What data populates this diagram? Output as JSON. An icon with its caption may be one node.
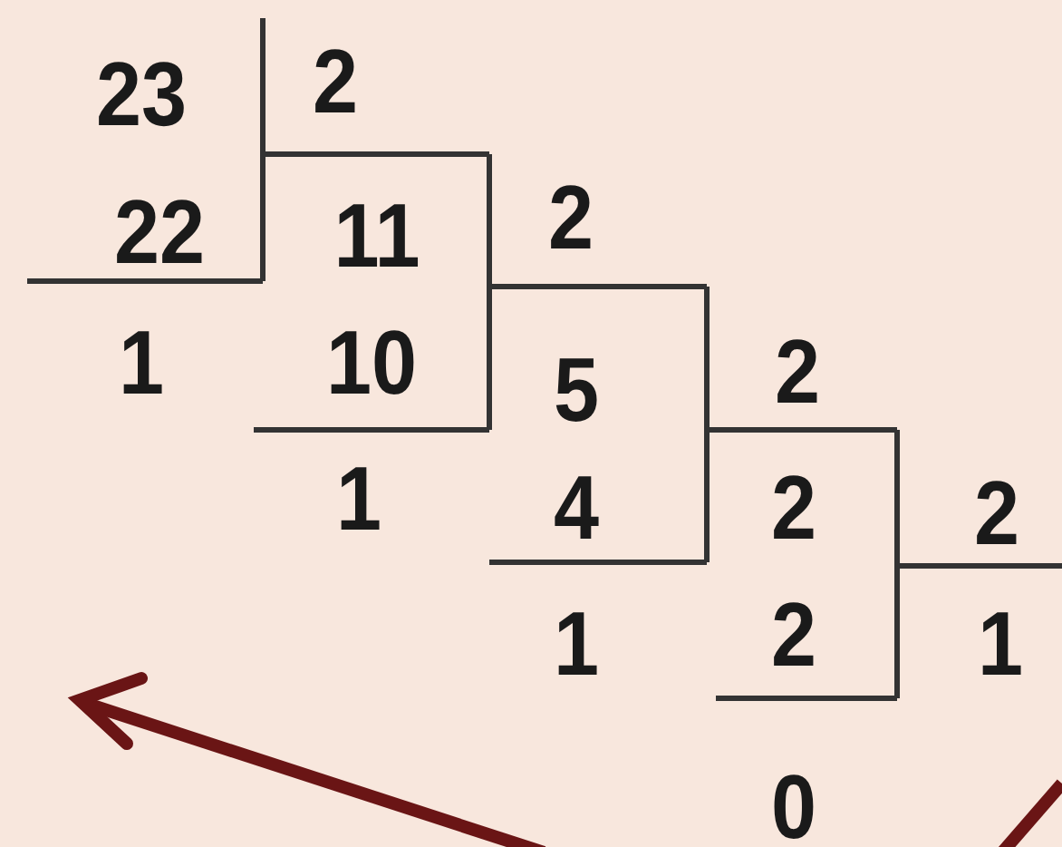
{
  "diagram": {
    "labels": [
      "23",
      "2",
      "22",
      "11",
      "2",
      "1",
      "10",
      "5",
      "2",
      "1",
      "4",
      "2",
      "2",
      "1",
      "2",
      "1",
      "0"
    ]
  }
}
